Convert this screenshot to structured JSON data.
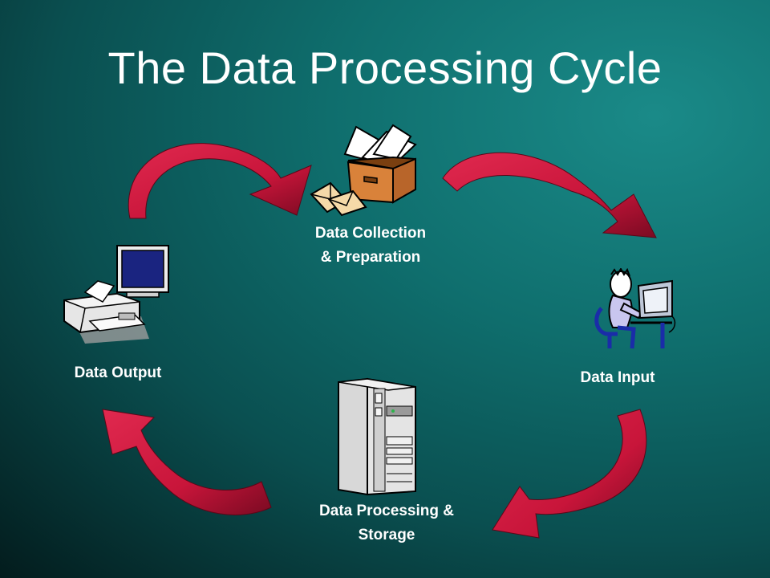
{
  "title": "The Data Processing Cycle",
  "colors": {
    "arrow": "#c8153a",
    "arrow_dark": "#7a0a22",
    "background": "#0f6e6d",
    "text": "#ffffff"
  },
  "nodes": {
    "collection": {
      "line1": "Data Collection",
      "line2": "& Preparation",
      "icon": "inbox-box-envelopes-icon"
    },
    "input": {
      "line1": "Data Input",
      "icon": "person-at-computer-icon"
    },
    "processing": {
      "line1": "Data Processing &",
      "line2": "Storage",
      "icon": "server-tower-icon"
    },
    "output": {
      "line1": "Data Output",
      "icon": "printer-monitor-icon"
    }
  }
}
